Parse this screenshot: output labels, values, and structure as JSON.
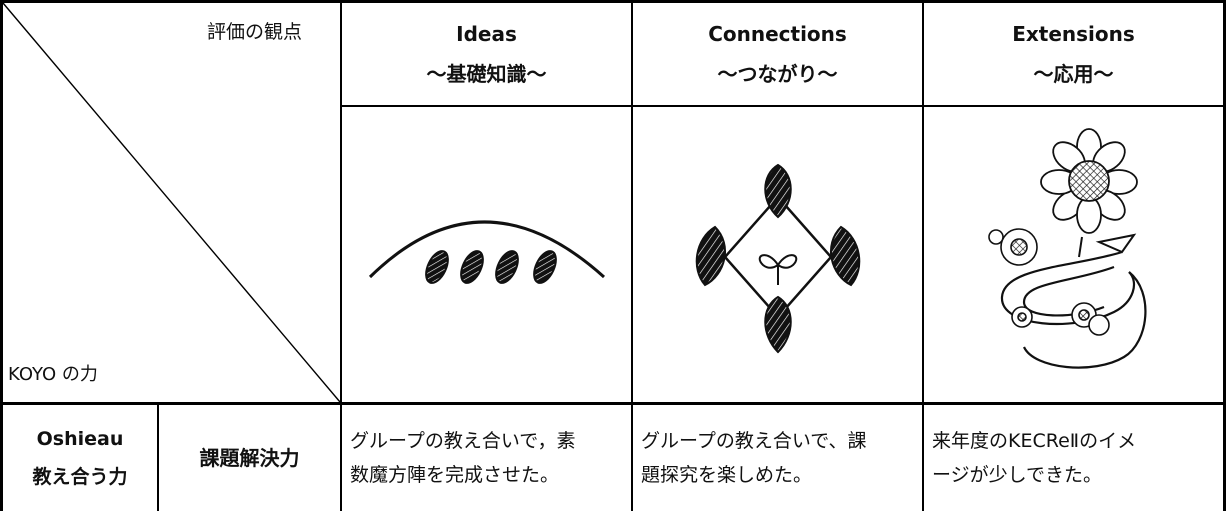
{
  "corner": {
    "top_label": "評価の観点",
    "bottom_label": "KOYO の力"
  },
  "columns": [
    {
      "title": "Ideas",
      "subtitle": "〜基礎知識〜",
      "icon": "seeds-arch-icon"
    },
    {
      "title": "Connections",
      "subtitle": "〜つながり〜",
      "icon": "seeds-diamond-sprout-icon"
    },
    {
      "title": "Extensions",
      "subtitle": "〜応用〜",
      "icon": "sunflower-icon"
    }
  ],
  "row": {
    "name_line1": "Oshieau",
    "name_line2": "教え合う力",
    "category": "課題解決力",
    "cells": [
      {
        "line1": "グループの教え合いで，素",
        "line2": "数魔方陣を完成させた。"
      },
      {
        "line1": "グループの教え合いで、課",
        "line2": "題探究を楽しめた。"
      },
      {
        "line1": "来年度のKECReⅡのイメ",
        "line2": "ージが少しできた。"
      }
    ]
  },
  "colors": {
    "border": "#000000",
    "ink": "#111111",
    "background": "#ffffff"
  }
}
